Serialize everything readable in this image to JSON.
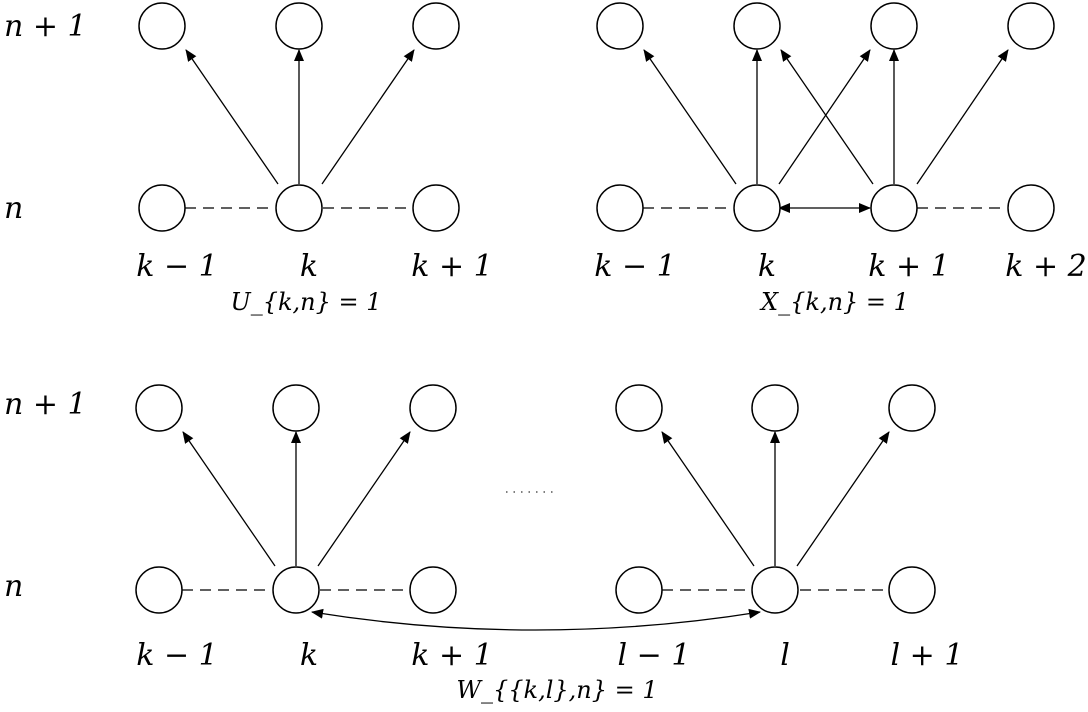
{
  "row_labels": {
    "top_upper": "n + 1",
    "top_lower": "n",
    "bottom_upper": "n + 1",
    "bottom_lower": "n"
  },
  "diagram_u": {
    "column_labels": [
      "k − 1",
      "k",
      "k + 1"
    ],
    "caption": "U_{k,n} = 1"
  },
  "diagram_x": {
    "column_labels": [
      "k − 1",
      "k",
      "k + 1",
      "k + 2"
    ],
    "caption": "X_{k,n} = 1"
  },
  "diagram_w": {
    "column_labels": [
      "k − 1",
      "k",
      "k + 1",
      "l − 1",
      "l",
      "l + 1"
    ],
    "caption": "W_{{k,l},n} = 1"
  }
}
